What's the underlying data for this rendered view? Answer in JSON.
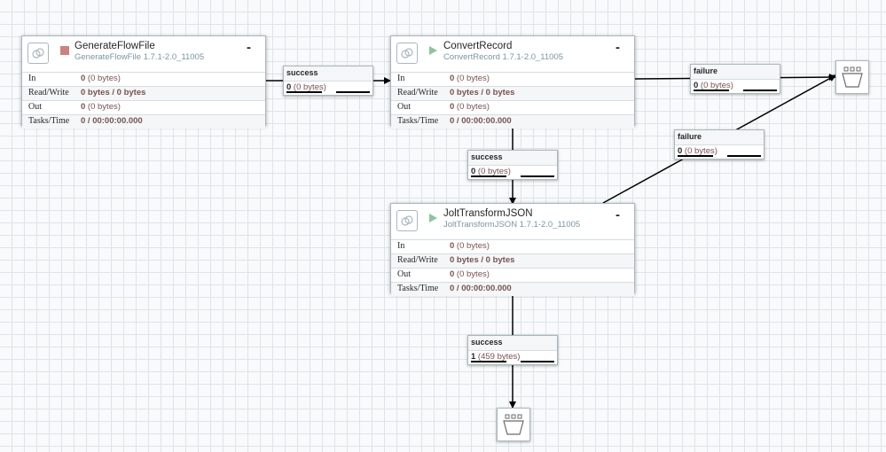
{
  "processors": [
    {
      "name": "GenerateFlowFile",
      "type": "GenerateFlowFile 1.7.1-2.0_11005",
      "state": "stopped",
      "collapse": "-",
      "stats": [
        {
          "label": "In",
          "value_bold": "0",
          "value": " (0 bytes)"
        },
        {
          "label": "Read/Write",
          "value_bold": "0 bytes / 0 bytes",
          "value": ""
        },
        {
          "label": "Out",
          "value_bold": "0",
          "value": " (0 bytes)"
        },
        {
          "label": "Tasks/Time",
          "value_bold": "0 / 00:00:00.000",
          "value": ""
        }
      ]
    },
    {
      "name": "ConvertRecord",
      "type": "ConvertRecord 1.7.1-2.0_11005",
      "state": "running",
      "collapse": "-",
      "stats": [
        {
          "label": "In",
          "value_bold": "0",
          "value": " (0 bytes)"
        },
        {
          "label": "Read/Write",
          "value_bold": "0 bytes / 0 bytes",
          "value": ""
        },
        {
          "label": "Out",
          "value_bold": "0",
          "value": " (0 bytes)"
        },
        {
          "label": "Tasks/Time",
          "value_bold": "0 / 00:00:00.000",
          "value": ""
        }
      ]
    },
    {
      "name": "JoltTransformJSON",
      "type": "JoltTransformJSON 1.7.1-2.0_11005",
      "state": "running",
      "collapse": "-",
      "stats": [
        {
          "label": "In",
          "value_bold": "0",
          "value": " (0 bytes)"
        },
        {
          "label": "Read/Write",
          "value_bold": "0 bytes / 0 bytes",
          "value": ""
        },
        {
          "label": "Out",
          "value_bold": "0",
          "value": " (0 bytes)"
        },
        {
          "label": "Tasks/Time",
          "value_bold": "0 / 00:00:00.000",
          "value": ""
        }
      ]
    }
  ],
  "connections": [
    {
      "name": "success",
      "count": "0",
      "size": " (0 bytes)"
    },
    {
      "name": "failure",
      "count": "0",
      "size": " (0 bytes)"
    },
    {
      "name": "success",
      "count": "0",
      "size": " (0 bytes)"
    },
    {
      "name": "failure",
      "count": "0",
      "size": " (0 bytes)"
    },
    {
      "name": "success",
      "count": "1",
      "size": " (459 bytes)"
    }
  ],
  "funnels": [
    "funnel-icon",
    "funnel-icon"
  ],
  "colors": {
    "stopped": "#c98380",
    "running": "#8dc49e",
    "type_text": "#7895a6",
    "value_text": "#775351"
  }
}
